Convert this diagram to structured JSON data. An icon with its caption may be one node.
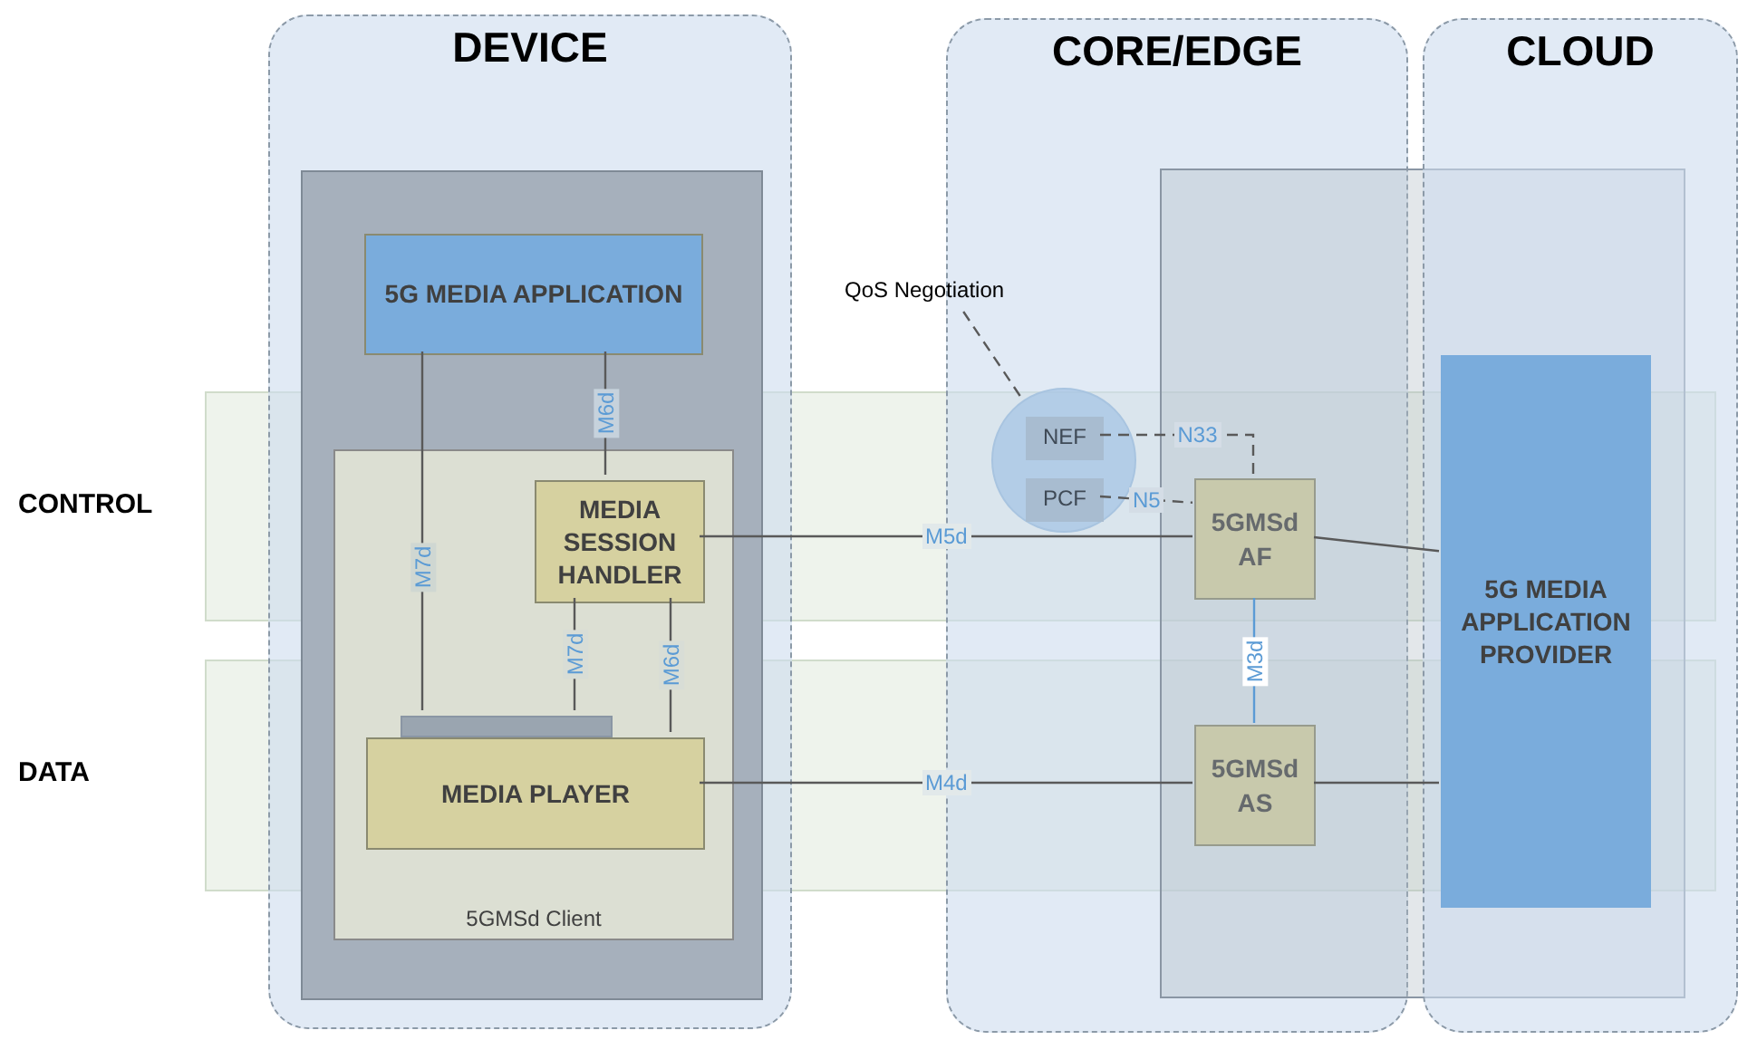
{
  "diagram": {
    "nodes": [
      {
        "text": [
          "DEVICE"
        ]
      },
      {
        "text": [],
        "shape": "box",
        "in": 0
      },
      {
        "text": [
          "5G MEDIA APPLICATION"
        ],
        "in": 1
      },
      {
        "text": [
          "5GMSd Client"
        ],
        "in": 1
      },
      {
        "text": [
          "MEDIA SESSION HANDLER"
        ],
        "in": 3
      },
      {
        "text": [],
        "shape": "bar",
        "in": 3
      },
      {
        "text": [
          "MEDIA PLAYER"
        ],
        "in": 3
      },
      {
        "text": [
          "CORE/EDGE"
        ]
      },
      {
        "text": [],
        "shape": "circle",
        "in": 7
      },
      {
        "text": [
          "NEF"
        ],
        "in": 8
      },
      {
        "text": [
          "PCF"
        ],
        "in": 8
      },
      {
        "text": [
          "5GMSd AF"
        ],
        "in": 7
      },
      {
        "text": [
          "5GMSd AS"
        ],
        "in": 7
      },
      {
        "text": [
          "CLOUD"
        ]
      },
      {
        "text": [
          "5G MEDIA APPLICATION PROVIDER"
        ],
        "in": 13
      },
      {
        "text": [
          "QoS Negotiation"
        ]
      }
    ],
    "edges": [
      {
        "from": 2,
        "to": 5,
        "arrow": "none",
        "label": "M7d"
      },
      {
        "from": 2,
        "to": 4,
        "arrow": "none",
        "label": "M6d"
      },
      {
        "from": 4,
        "to": 5,
        "arrow": "none",
        "label": "M7d"
      },
      {
        "from": 4,
        "to": 6,
        "arrow": "none",
        "label": "M6d"
      },
      {
        "from": 4,
        "to": 11,
        "arrow": "none",
        "label": "M5d"
      },
      {
        "from": 6,
        "to": 12,
        "arrow": "none",
        "label": "M4d"
      },
      {
        "from": 11,
        "to": 12,
        "arrow": "none",
        "label": "M3d",
        "color": "#5b9bd5"
      },
      {
        "from": 9,
        "to": 11,
        "arrow": "none",
        "label": "N33",
        "style": "dashed"
      },
      {
        "from": 10,
        "to": 11,
        "arrow": "none",
        "label": "N5",
        "style": "dashed"
      },
      {
        "from": 11,
        "to": 14,
        "arrow": "none"
      },
      {
        "from": 12,
        "to": 14,
        "arrow": "none"
      },
      {
        "from": 15,
        "to": 8,
        "arrow": "none",
        "style": "dashed"
      }
    ],
    "labels": [
      "CONTROL",
      "DATA"
    ]
  }
}
